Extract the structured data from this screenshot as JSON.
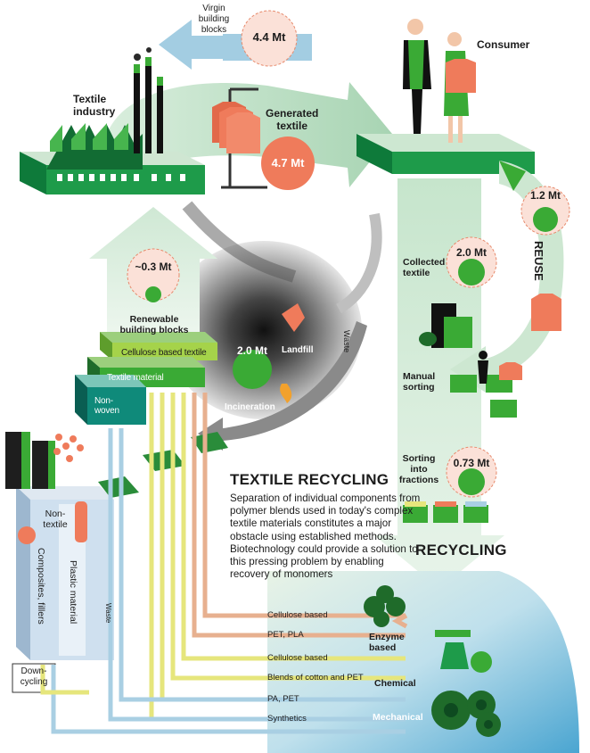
{
  "nodes": {
    "virgin_blocks": {
      "label_lines": [
        "Virgin",
        "building",
        "blocks"
      ],
      "value": "4.4 Mt"
    },
    "textile_industry": {
      "label_lines": [
        "Textile",
        "industry"
      ]
    },
    "generated_textile": {
      "label_lines": [
        "Generated",
        "textile"
      ],
      "value": "4.7 Mt"
    },
    "consumer": {
      "label": "Consumer"
    },
    "reuse": {
      "label": "REUSE",
      "value": "1.2 Mt"
    },
    "collected_textile": {
      "label_lines": [
        "Collected",
        "textile"
      ],
      "value": "2.0 Mt"
    },
    "manual_sorting": {
      "label_lines": [
        "Manual",
        "sorting"
      ]
    },
    "sorting_fractions": {
      "label_lines": [
        "Sorting",
        "into",
        "fractions"
      ],
      "value": "0.73 Mt"
    },
    "recycling": {
      "label": "RECYCLING"
    },
    "renewable_blocks": {
      "label_lines": [
        "Renewable",
        "building blocks"
      ],
      "value": "~0.3 Mt"
    },
    "cellulose_textile": {
      "label": "Cellulose based textile"
    },
    "textile_material": {
      "label": "Textile material"
    },
    "nonwoven": {
      "label_lines": [
        "Non-",
        "woven"
      ]
    },
    "landfill": {
      "label": "Landfill"
    },
    "incineration": {
      "label": "Incineration",
      "value": "2.0 Mt"
    },
    "waste_main": {
      "label": "Waste"
    },
    "waste_small": {
      "label": "Waste"
    },
    "non_textile": {
      "label_lines": [
        "Non-",
        "textile"
      ]
    },
    "composites": {
      "label": "Composites, fillers"
    },
    "plastic_material": {
      "label": "Plastic material"
    },
    "downcycling": {
      "label_lines": [
        "Down-",
        "cycling"
      ]
    }
  },
  "text_box": {
    "title": "TEXTILE RECYCLING",
    "body": "Separation of individual components from polymer blends used in today's complex textile materials constitutes a major obstacle using established methods. Biotechnology could provide a solution to this pressing problem by enabling recovery of monomers"
  },
  "recycling_paths": [
    {
      "label": "Cellulose based",
      "group": "Enzyme based",
      "color": "#e7b08f"
    },
    {
      "label": "PET, PLA",
      "group": "Enzyme based",
      "color": "#e7b08f"
    },
    {
      "label": "Cellulose based",
      "group": "Chemical",
      "color": "#e6e67c"
    },
    {
      "label": "Blends of cotton and PET",
      "group": "Chemical",
      "color": "#e6e67c"
    },
    {
      "label": "PA, PET",
      "group": "Mechanical",
      "color": "#a9cfe3"
    },
    {
      "label": "Synthetics",
      "group": "Mechanical",
      "color": "#a9cfe3"
    }
  ],
  "recycling_groups": [
    {
      "label_lines": [
        "Enzyme",
        "based"
      ]
    },
    {
      "label": "Chemical"
    },
    {
      "label": "Mechanical"
    }
  ],
  "colors": {
    "main_arrow": "#b7dcc0",
    "green": "#3aaa35",
    "dark_green": "#1f6b2a",
    "salmon": "#ef7b5b",
    "blue_water": "#6fb8d8",
    "tan": "#e7b08f",
    "yellow": "#e6e67c",
    "light_blue": "#a9cfe3"
  }
}
